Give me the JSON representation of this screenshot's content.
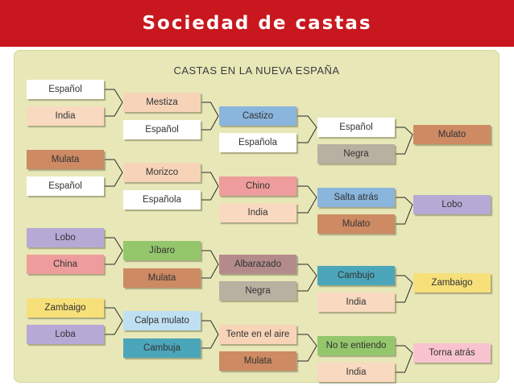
{
  "slide": {
    "title": "Sociedad de castas"
  },
  "diagram": {
    "title": "CASTAS EN LA NUEVA ESPAÑA",
    "colors": {
      "white": "#ffffff",
      "peach": "#f9d9c0",
      "brown": "#cd8a63",
      "lightpeach": "#f7d4b8",
      "blue": "#8ab5dc",
      "gray": "#b8b0a0",
      "pink": "#ee9d9c",
      "purple": "#b6a9d6",
      "green": "#94c76c",
      "mauve": "#b48b8b",
      "teal": "#4ba6ba",
      "yellow": "#f7e07a",
      "lightblue": "#bfe0f2",
      "lightpink": "#f8c3cf"
    },
    "groups": [
      {
        "parents": [
          {
            "label": "Español",
            "color": "white"
          },
          {
            "label": "India",
            "color": "peach"
          }
        ],
        "child": {
          "label": "Mestiza",
          "color": "lightpeach"
        },
        "spouse": {
          "label": "Español",
          "color": "white"
        },
        "grandchild": {
          "label": "Castizo",
          "color": "blue"
        },
        "spouse2": {
          "label": "Española",
          "color": "white"
        },
        "greatgrandchild": {
          "label": "Español",
          "color": "white"
        },
        "spouse3": {
          "label": "Negra",
          "color": "gray"
        },
        "result": {
          "label": "Mulato",
          "color": "brown"
        }
      },
      {
        "parents": [
          {
            "label": "Mulata",
            "color": "brown"
          },
          {
            "label": "Español",
            "color": "white"
          }
        ],
        "child": {
          "label": "Morizco",
          "color": "lightpeach"
        },
        "spouse": {
          "label": "Española",
          "color": "white"
        },
        "grandchild": {
          "label": "Chino",
          "color": "pink"
        },
        "spouse2": {
          "label": "India",
          "color": "peach"
        },
        "greatgrandchild": {
          "label": "Salta atrás",
          "color": "blue"
        },
        "spouse3": {
          "label": "Mulato",
          "color": "brown"
        },
        "result": {
          "label": "Lobo",
          "color": "purple"
        }
      },
      {
        "parents": [
          {
            "label": "Lobo",
            "color": "purple"
          },
          {
            "label": "China",
            "color": "pink"
          }
        ],
        "child": {
          "label": "Jíbaro",
          "color": "green"
        },
        "spouse": {
          "label": "Mulata",
          "color": "brown"
        },
        "grandchild": {
          "label": "Albarazado",
          "color": "mauve"
        },
        "spouse2": {
          "label": "Negra",
          "color": "gray"
        },
        "greatgrandchild": {
          "label": "Cambujo",
          "color": "teal"
        },
        "spouse3": {
          "label": "India",
          "color": "peach"
        },
        "result": {
          "label": "Zambaigo",
          "color": "yellow"
        }
      },
      {
        "parents": [
          {
            "label": "Zambaigo",
            "color": "yellow"
          },
          {
            "label": "Loba",
            "color": "purple"
          }
        ],
        "child": {
          "label": "Calpa mulato",
          "color": "lightblue"
        },
        "spouse": {
          "label": "Cambuja",
          "color": "teal"
        },
        "grandchild": {
          "label": "Tente en el aire",
          "color": "lightpeach"
        },
        "spouse2": {
          "label": "Mulata",
          "color": "brown"
        },
        "greatgrandchild": {
          "label": "No te entiendo",
          "color": "green"
        },
        "spouse3": {
          "label": "India",
          "color": "peach"
        },
        "result": {
          "label": "Torna atrás",
          "color": "lightpink"
        }
      }
    ]
  }
}
